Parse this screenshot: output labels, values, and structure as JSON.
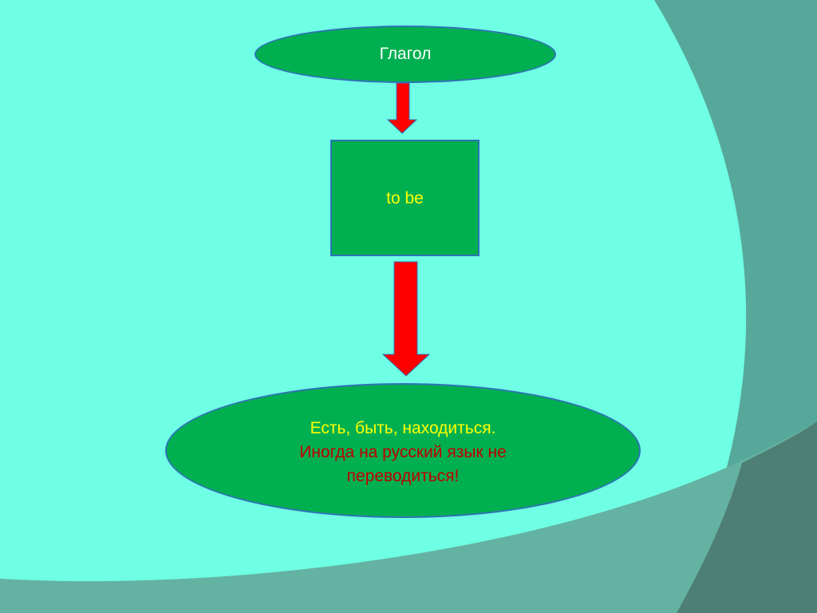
{
  "diagram": {
    "top_node": {
      "label": "Глагол"
    },
    "middle_node": {
      "label": "to be"
    },
    "bottom_node": {
      "line1": "Есть, быть, находиться.",
      "line2": "Иногда на русский язык не",
      "line3": "переводиться!"
    },
    "edges": [
      {
        "from": "top_node",
        "to": "middle_node"
      },
      {
        "from": "middle_node",
        "to": "bottom_node"
      }
    ]
  },
  "colors": {
    "background": "#6fffe4",
    "node_fill": "#00b050",
    "node_border": "#2f73b6",
    "arrow": "#ff0000",
    "top_text": "#ffffff",
    "middle_text": "#ffff00",
    "bottom_text_line1": "#ffff00",
    "bottom_text_note": "#c00000"
  }
}
